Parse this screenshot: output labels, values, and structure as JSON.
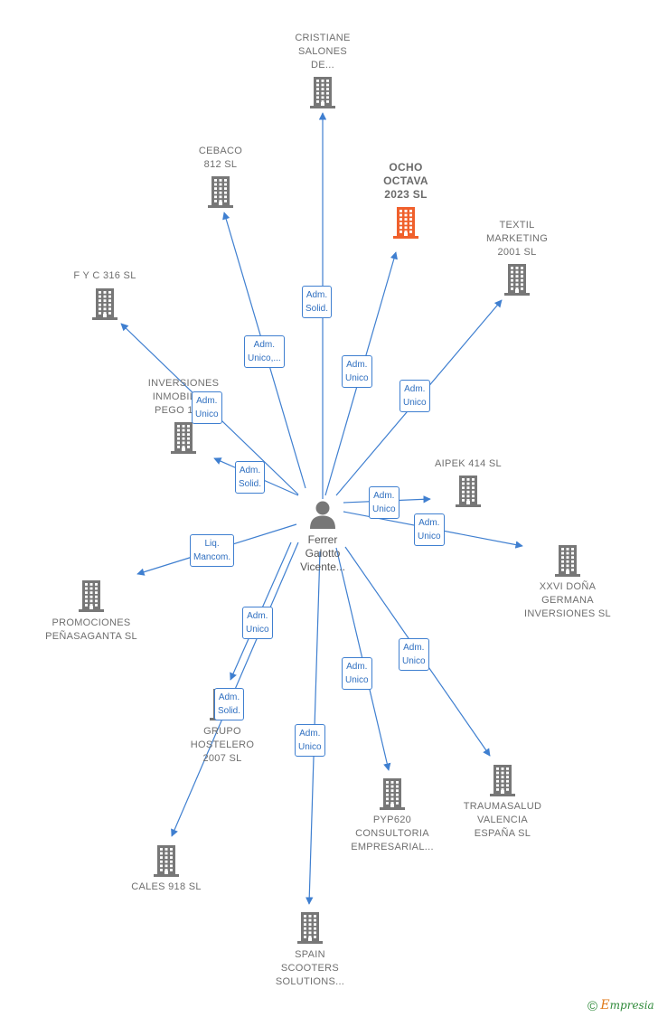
{
  "center": {
    "name": "Ferrer\nGalotto\nVicente...",
    "icon": "person-icon"
  },
  "companies": [
    {
      "id": "cristiane",
      "name": "CRISTIANE\nSALONES\nDE..."
    },
    {
      "id": "cebaco",
      "name": "CEBACO\n812 SL"
    },
    {
      "id": "ocho-octava",
      "name": "OCHO\nOCTAVA\n2023  SL",
      "highlight": true
    },
    {
      "id": "textil",
      "name": "TEXTIL\nMARKETING\n2001  SL"
    },
    {
      "id": "fyc",
      "name": "F Y C 316  SL"
    },
    {
      "id": "inversiones-pego",
      "name": "INVERSIONES\nINMOBILIA...\nPEGO 111..."
    },
    {
      "id": "aipek",
      "name": "AIPEK 414  SL"
    },
    {
      "id": "xxvi",
      "name": "XXVI DOÑA\nGERMANA\nINVERSIONES SL"
    },
    {
      "id": "promociones",
      "name": "PROMOCIONES\nPEÑASAGANTA SL"
    },
    {
      "id": "grupo-hostelero",
      "name": "GRUPO\nHOSTELERO\n2007  SL"
    },
    {
      "id": "cales",
      "name": "CALES 918  SL"
    },
    {
      "id": "spain-scooters",
      "name": "SPAIN\nSCOOTERS\nSOLUTIONS..."
    },
    {
      "id": "pyp620",
      "name": "PYP620\nCONSULTORIA\nEMPRESARIAL..."
    },
    {
      "id": "traumasalud",
      "name": "TRAUMASALUD\nVALENCIA\nESPAÑA  SL"
    }
  ],
  "relations": [
    {
      "to": "cristiane",
      "label": "Adm.\nSolid."
    },
    {
      "to": "cebaco",
      "label": "Adm.\nUnico,..."
    },
    {
      "to": "ocho-octava",
      "label": "Adm.\nUnico"
    },
    {
      "to": "textil",
      "label": "Adm.\nUnico"
    },
    {
      "to": "fyc",
      "label": "Adm.\nUnico"
    },
    {
      "to": "inversiones-pego",
      "label": "Adm.\nSolid."
    },
    {
      "to": "aipek",
      "label": "Adm.\nUnico"
    },
    {
      "to": "xxvi",
      "label": "Adm.\nUnico"
    },
    {
      "to": "promociones",
      "label": "Liq.\nMancom."
    },
    {
      "to": "grupo-hostelero",
      "label": "Adm.\nUnico"
    },
    {
      "to": "cales",
      "label": "Adm.\nSolid."
    },
    {
      "to": "spain-scooters",
      "label": "Adm.\nUnico"
    },
    {
      "to": "pyp620",
      "label": "Adm.\nUnico"
    },
    {
      "to": "traumasalud",
      "label": "Adm.\nUnico"
    }
  ],
  "colors": {
    "edge": "#3f7fd0",
    "building": "#777777",
    "highlight": "#f0602c"
  },
  "brand": {
    "copyright": "©",
    "e": "E",
    "rest": "mpresia"
  }
}
